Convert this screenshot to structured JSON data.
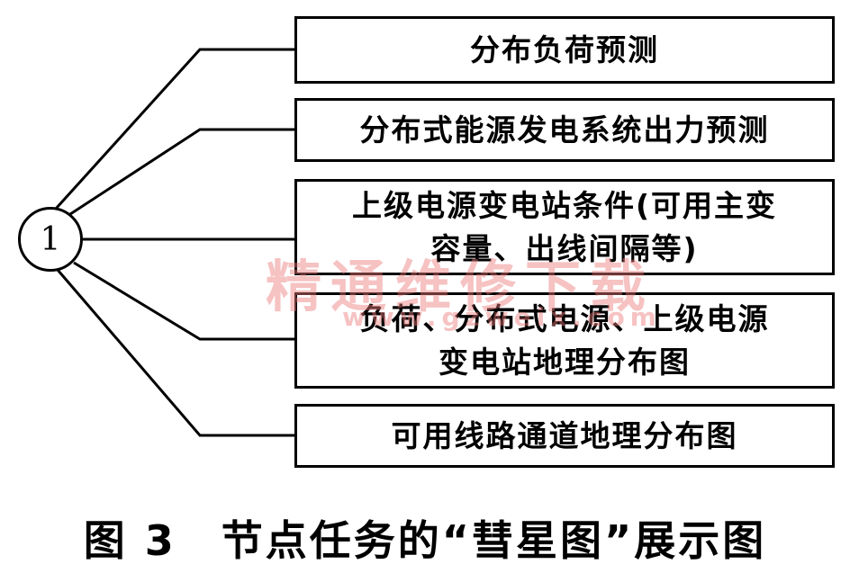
{
  "node": {
    "label": "1"
  },
  "tasks": [
    {
      "lines": [
        "分布负荷预测"
      ]
    },
    {
      "lines": [
        "分布式能源发电系统出力预测"
      ]
    },
    {
      "lines": [
        "上级电源变电站条件(可用主变",
        "容量、出线间隔等)"
      ]
    },
    {
      "lines": [
        "负荷、分布式电源、上级电源",
        "变电站地理分布图"
      ]
    },
    {
      "lines": [
        "可用线路通道地理分布图"
      ]
    }
  ],
  "watermark": {
    "main": "精通维修下载",
    "sub": "www.gzweix.com"
  },
  "caption": {
    "number": "图 3",
    "title": "节点任务的“彗星图”展示图"
  }
}
